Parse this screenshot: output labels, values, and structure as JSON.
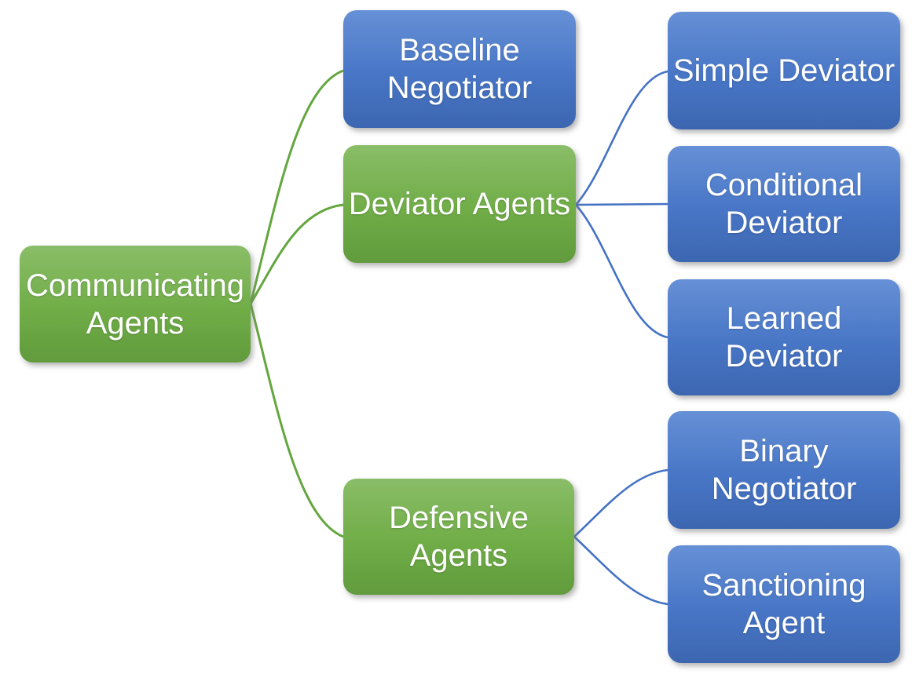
{
  "diagram": {
    "type": "hierarchy-tree",
    "orientation": "left-to-right",
    "palette": {
      "green_fill": "#70ad47",
      "green_fill_light": "#8abd68",
      "green_fill_dark": "#619b3d",
      "blue_fill": "#4472c4",
      "blue_fill_light": "#6690d6",
      "blue_fill_dark": "#3c66b0",
      "green_connector": "#64a63f",
      "blue_connector": "#4472c4",
      "text": "#ffffff",
      "background": "#ffffff"
    },
    "nodes": {
      "root": {
        "label": "Communicating\nAgents",
        "color": "green",
        "level": 1
      },
      "baseline": {
        "label": "Baseline\nNegotiator",
        "color": "blue",
        "level": 2
      },
      "deviator": {
        "label": "Deviator Agents",
        "color": "green",
        "level": 2
      },
      "defensive": {
        "label": "Defensive\nAgents",
        "color": "green",
        "level": 2
      },
      "simple": {
        "label": "Simple Deviator",
        "color": "blue",
        "level": 3
      },
      "conditional": {
        "label": "Conditional\nDeviator",
        "color": "blue",
        "level": 3
      },
      "learned": {
        "label": "Learned\nDeviator",
        "color": "blue",
        "level": 3
      },
      "binary": {
        "label": "Binary\nNegotiator",
        "color": "blue",
        "level": 3
      },
      "sanctioning": {
        "label": "Sanctioning\nAgent",
        "color": "blue",
        "level": 3
      }
    },
    "edges": [
      {
        "from": "Communicating Agents",
        "to": "Baseline Negotiator",
        "color": "green"
      },
      {
        "from": "Communicating Agents",
        "to": "Deviator Agents",
        "color": "green"
      },
      {
        "from": "Communicating Agents",
        "to": "Defensive Agents",
        "color": "green"
      },
      {
        "from": "Deviator Agents",
        "to": "Simple Deviator",
        "color": "blue"
      },
      {
        "from": "Deviator Agents",
        "to": "Conditional Deviator",
        "color": "blue"
      },
      {
        "from": "Deviator Agents",
        "to": "Learned Deviator",
        "color": "blue"
      },
      {
        "from": "Defensive Agents",
        "to": "Binary Negotiator",
        "color": "blue"
      },
      {
        "from": "Defensive Agents",
        "to": "Sanctioning Agent",
        "color": "blue"
      }
    ]
  }
}
